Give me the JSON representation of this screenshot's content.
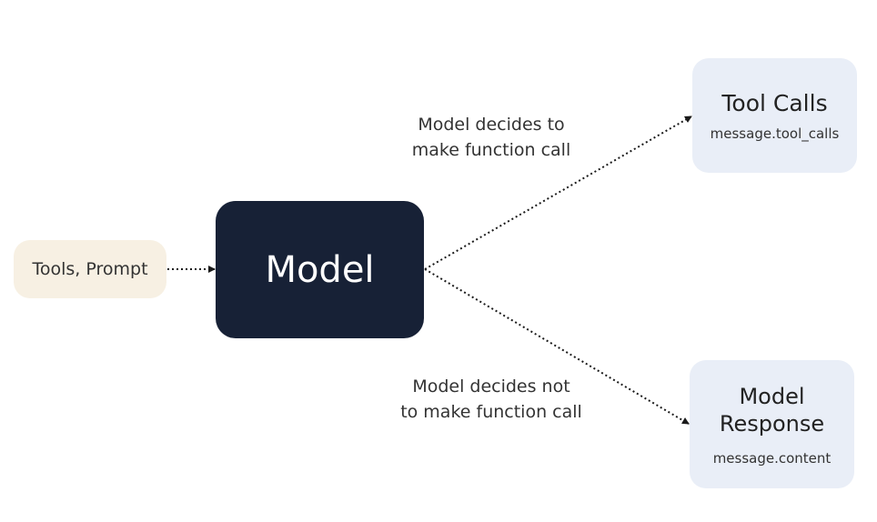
{
  "nodes": {
    "input": {
      "label": "Tools, Prompt"
    },
    "model": {
      "label": "Model"
    },
    "tool_calls": {
      "title": "Tool Calls",
      "subtitle": "message.tool_calls"
    },
    "model_response": {
      "title_line1": "Model",
      "title_line2": "Response",
      "subtitle": "message.content"
    }
  },
  "edges": {
    "to_tool_calls": {
      "line1": "Model decides to",
      "line2": "make function call"
    },
    "to_response": {
      "line1": "Model decides not",
      "line2": "to make function call"
    }
  },
  "colors": {
    "input_fill": "#f7f0e3",
    "model_fill": "#172136",
    "output_fill": "#e9eef7",
    "arrow": "#1a1a1a"
  }
}
